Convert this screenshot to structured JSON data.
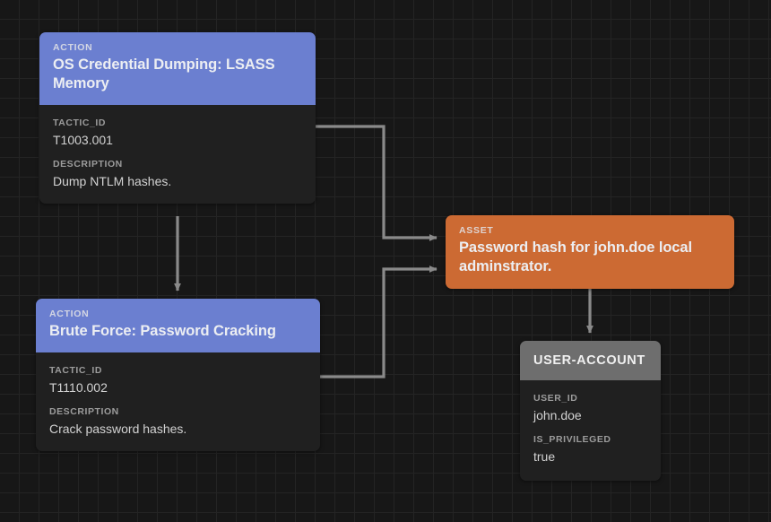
{
  "canvas": {
    "background_color": "#171717",
    "grid_color": "#242424",
    "edge_color": "#8a8a8a"
  },
  "palette": {
    "action_header": "#6b7fd0",
    "asset_header": "#cc6a33",
    "entity_header": "#6e6e6e",
    "node_body": "#202020",
    "label_text": "#9c9c9c",
    "value_text": "#d2d2d2"
  },
  "nodes": {
    "lsass": {
      "kind": "ACTION",
      "title": "OS Credential Dumping: LSASS Memory",
      "fields": [
        {
          "label": "TACTIC_ID",
          "value": "T1003.001"
        },
        {
          "label": "DESCRIPTION",
          "value": "Dump NTLM hashes."
        }
      ]
    },
    "bruteforce": {
      "kind": "ACTION",
      "title": "Brute Force: Password Cracking",
      "fields": [
        {
          "label": "TACTIC_ID",
          "value": "T1110.002"
        },
        {
          "label": "DESCRIPTION",
          "value": "Crack password hashes."
        }
      ]
    },
    "asset": {
      "kind": "ASSET",
      "title": "Password hash for john.doe local adminstrator."
    },
    "useracct": {
      "title": "USER-ACCOUNT",
      "fields": [
        {
          "label": "USER_ID",
          "value": "john.doe"
        },
        {
          "label": "IS_PRIVILEGED",
          "value": "true"
        }
      ]
    }
  },
  "edges": [
    {
      "name": "lsass-to-asset",
      "from": "lsass",
      "to": "asset"
    },
    {
      "name": "lsass-to-bruteforce",
      "from": "lsass",
      "to": "bruteforce"
    },
    {
      "name": "bruteforce-to-asset",
      "from": "bruteforce",
      "to": "asset"
    },
    {
      "name": "asset-to-useracct",
      "from": "asset",
      "to": "useracct"
    }
  ]
}
